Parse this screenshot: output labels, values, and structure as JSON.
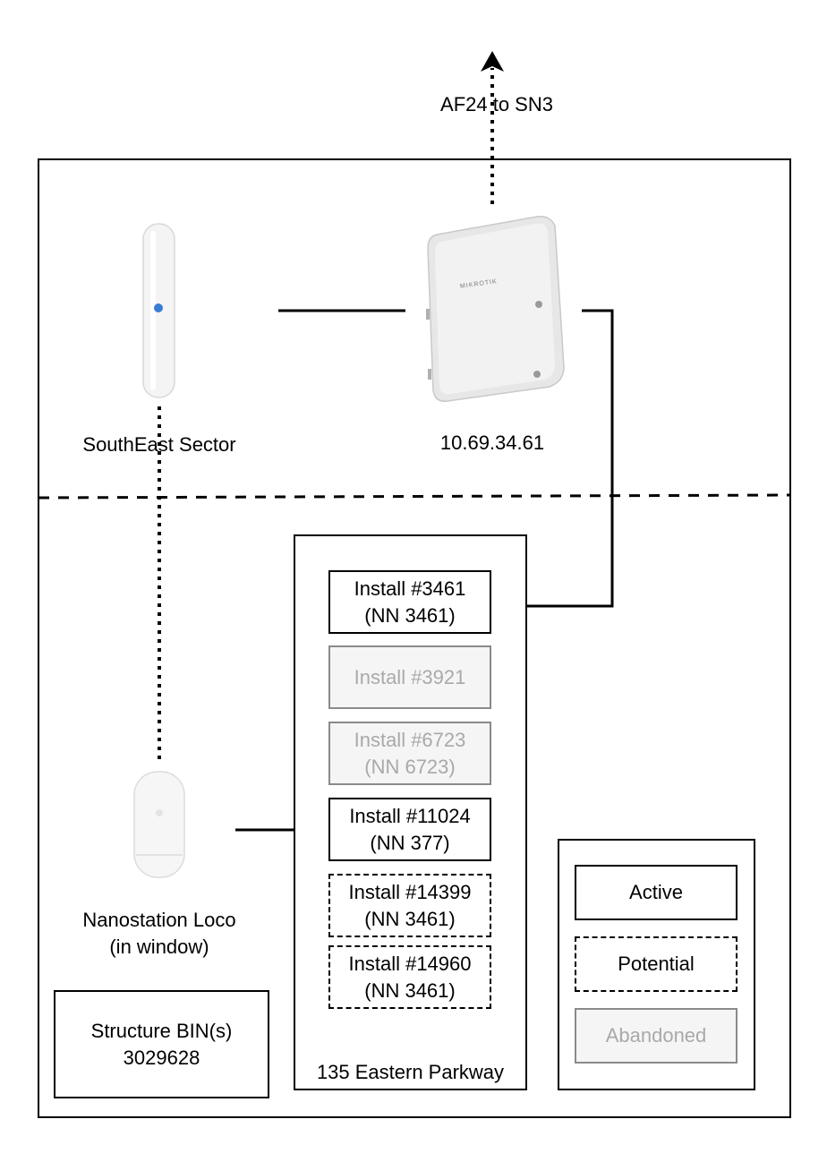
{
  "uplink": {
    "label": "AF24 to SN3"
  },
  "devices": {
    "sector": {
      "label": "SouthEast Sector",
      "icon": "ubiquiti-sector-antenna-icon"
    },
    "router": {
      "label": "10.69.34.61",
      "brand": "MIKROTIK",
      "icon": "mikrotik-router-icon"
    },
    "nanostation": {
      "label_line1": "Nanostation Loco",
      "label_line2": "(in window)",
      "icon": "nanostation-icon"
    }
  },
  "building": {
    "label": "135 Eastern Parkway",
    "installs": [
      {
        "line1": "Install #3461",
        "line2": "(NN 3461)",
        "status": "active"
      },
      {
        "line1": "Install #3921",
        "line2": "",
        "status": "abandoned"
      },
      {
        "line1": "Install #6723",
        "line2": "(NN 6723)",
        "status": "abandoned"
      },
      {
        "line1": "Install #11024",
        "line2": "(NN 377)",
        "status": "active"
      },
      {
        "line1": "Install #14399",
        "line2": "(NN 3461)",
        "status": "potential"
      },
      {
        "line1": "Install #14960",
        "line2": "(NN 3461)",
        "status": "potential"
      }
    ]
  },
  "structure": {
    "line1": "Structure BIN(s)",
    "line2": "3029628"
  },
  "legend": {
    "active": "Active",
    "potential": "Potential",
    "abandoned": "Abandoned"
  },
  "colors": {
    "line": "#000000",
    "abandoned_border": "#8a8a8a",
    "abandoned_fill": "#f5f5f5",
    "abandoned_text": "#a9a9a9"
  }
}
